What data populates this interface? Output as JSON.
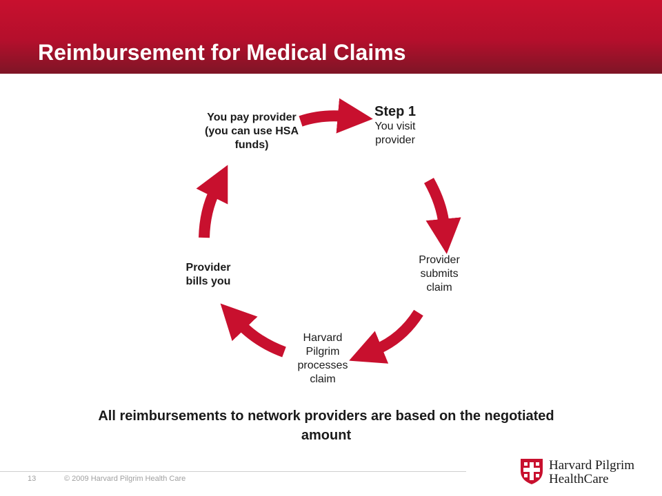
{
  "header": {
    "title": "Reimbursement for Medical Claims",
    "background_color": "#c8102e"
  },
  "diagram": {
    "arrow_color": "#c8102e",
    "steps": [
      {
        "title": "Step 1",
        "text": "You visit provider"
      },
      {
        "text": "Provider submits claim"
      },
      {
        "text": "Harvard Pilgrim processes claim"
      },
      {
        "text": "Provider bills you"
      },
      {
        "text": "You pay provider (you can use HSA funds)"
      }
    ]
  },
  "note": "All reimbursements to network providers are based on the negotiated amount",
  "footer": {
    "page_number": "13",
    "copyright": "© 2009 Harvard Pilgrim Health Care",
    "logo_line1": "Harvard Pilgrim",
    "logo_line2": "HealthCare"
  }
}
